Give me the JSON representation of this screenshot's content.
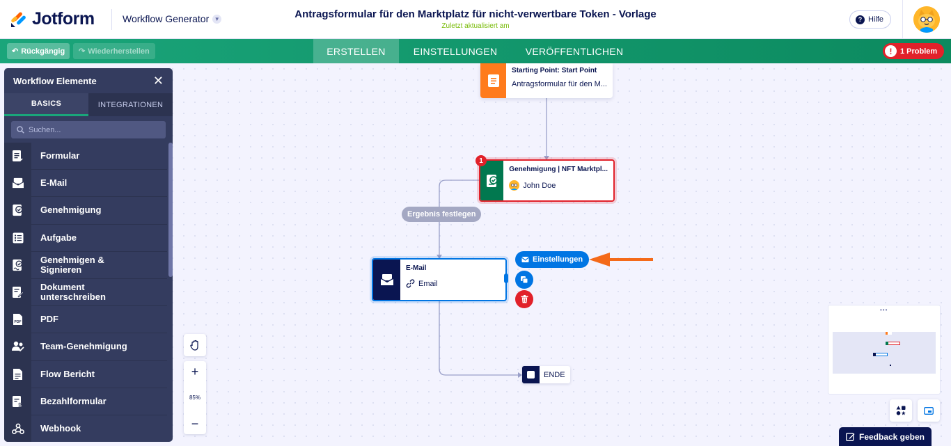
{
  "header": {
    "logo_text": "Jotform",
    "app_switcher": "Workflow Generator",
    "title": "Antragsformular für den Marktplatz für nicht-verwertbare Token - Vorlage",
    "subtitle": "Zuletzt aktualisiert am",
    "help_label": "Hilfe"
  },
  "toolbar": {
    "undo_label": "Rückgängig",
    "redo_label": "Wiederherstellen",
    "tabs": [
      {
        "label": "ERSTELLEN",
        "active": true
      },
      {
        "label": "EINSTELLUNGEN",
        "active": false
      },
      {
        "label": "VERÖFFENTLICHEN",
        "active": false
      }
    ],
    "problem_label": "1 Problem"
  },
  "sidebar": {
    "title": "Workflow Elemente",
    "tabs": [
      "BASICS",
      "INTEGRATIONEN"
    ],
    "search_placeholder": "Suchen...",
    "items": [
      {
        "label": "Formular",
        "icon": "form-icon"
      },
      {
        "label": "E-Mail",
        "icon": "email-icon"
      },
      {
        "label": "Genehmigung",
        "icon": "approval-icon"
      },
      {
        "label": "Aufgabe",
        "icon": "task-icon"
      },
      {
        "label": "Genehmigen & Signieren",
        "icon": "approve-sign-icon"
      },
      {
        "label": "Dokument unterschreiben",
        "icon": "sign-document-icon"
      },
      {
        "label": "PDF",
        "icon": "pdf-icon"
      },
      {
        "label": "Team-Genehmigung",
        "icon": "team-approval-icon"
      },
      {
        "label": "Flow Bericht",
        "icon": "flow-report-icon"
      },
      {
        "label": "Bezahlformular",
        "icon": "payment-form-icon"
      },
      {
        "label": "Webhook",
        "icon": "webhook-icon"
      }
    ]
  },
  "flow": {
    "start": {
      "title": "Starting Point: Start Point",
      "subtitle": "Antragsformular für den M..."
    },
    "approval": {
      "title": "Genehmigung | NFT Marktpl...",
      "assignee": "John Doe",
      "error_count": "1"
    },
    "condition_label": "Ergebnis festlegen",
    "email": {
      "title": "E-Mail",
      "subtitle": "Email"
    },
    "settings_label": "Einstellungen",
    "end_label": "ENDE"
  },
  "controls": {
    "zoom_in": "+",
    "zoom_level": "85%",
    "zoom_out": "−"
  },
  "feedback_label": "Feedback geben",
  "colors": {
    "brand_green": "#1aa57a",
    "start_orange": "#ff7b1c",
    "approval_green": "#01784f",
    "email_navy": "#0a1551",
    "error_red": "#e1212a",
    "accent_blue": "#0075e3",
    "arrow_orange": "#f46a19"
  }
}
